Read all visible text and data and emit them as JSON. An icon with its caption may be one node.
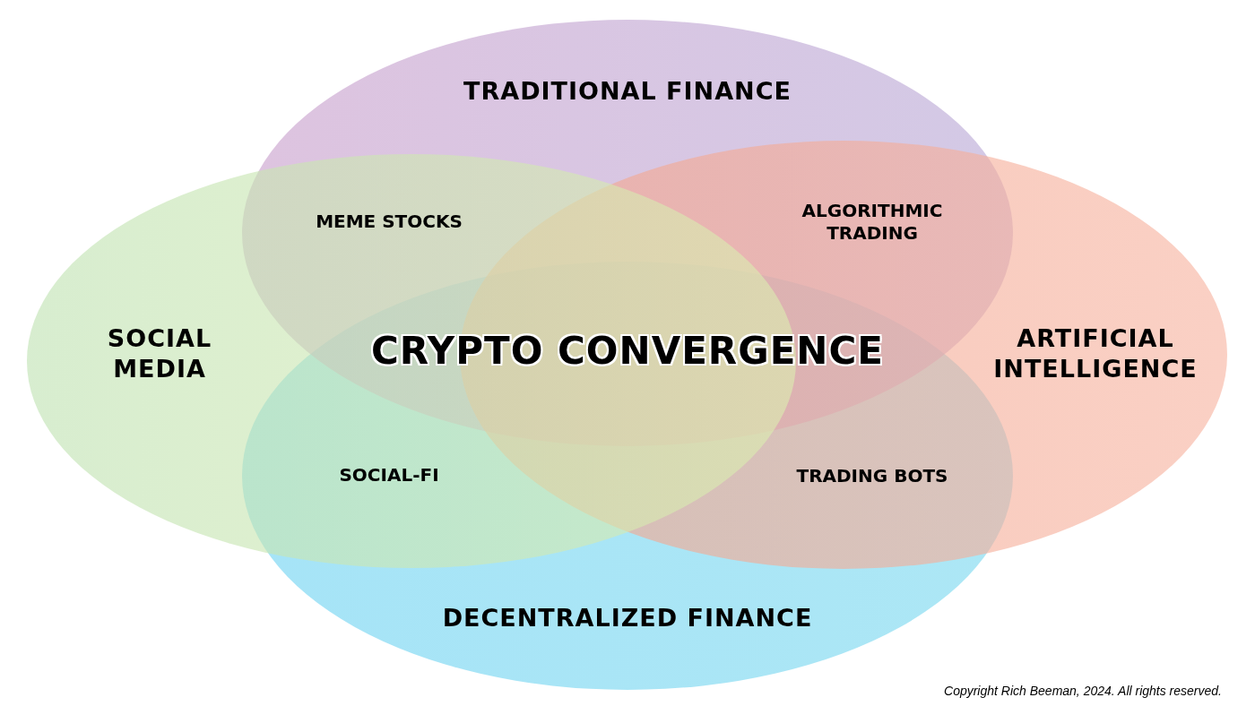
{
  "diagram": {
    "nodes": [
      {
        "text": [
          "TRADITIONAL FINANCE"
        ]
      },
      {
        "text": [
          "SOCIAL MEDIA"
        ]
      },
      {
        "text": [
          "ARTIFICIAL INTELLIGENCE"
        ]
      },
      {
        "text": [
          "DECENTRALIZED FINANCE"
        ]
      }
    ],
    "labels": [
      "MEME STOCKS",
      "ALGORITHMIC TRADING",
      "CRYPTO CONVERGENCE",
      "SOCIAL-FI",
      "TRADING BOTS",
      "Copyright Rich Beeman, 2024. All rights reserved."
    ]
  }
}
